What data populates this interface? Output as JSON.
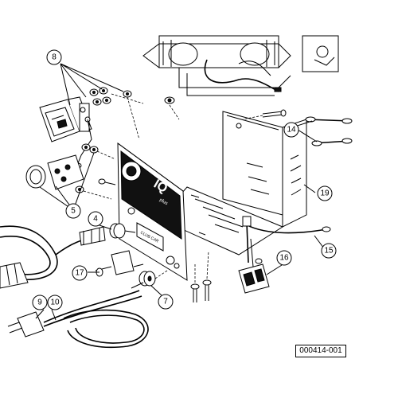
{
  "figure": {
    "reference_code": "000414-001",
    "brand_text": "IQ",
    "brand_subtext": "plus",
    "badge_text": "CLUB CAR"
  },
  "callouts": [
    {
      "id": "8",
      "label": "8"
    },
    {
      "id": "14",
      "label": "14"
    },
    {
      "id": "19",
      "label": "19"
    },
    {
      "id": "4",
      "label": "4"
    },
    {
      "id": "5",
      "label": "5"
    },
    {
      "id": "15",
      "label": "15"
    },
    {
      "id": "16",
      "label": "16"
    },
    {
      "id": "17",
      "label": "17"
    },
    {
      "id": "7",
      "label": "7"
    },
    {
      "id": "9",
      "label": "9"
    },
    {
      "id": "10",
      "label": "10"
    }
  ]
}
